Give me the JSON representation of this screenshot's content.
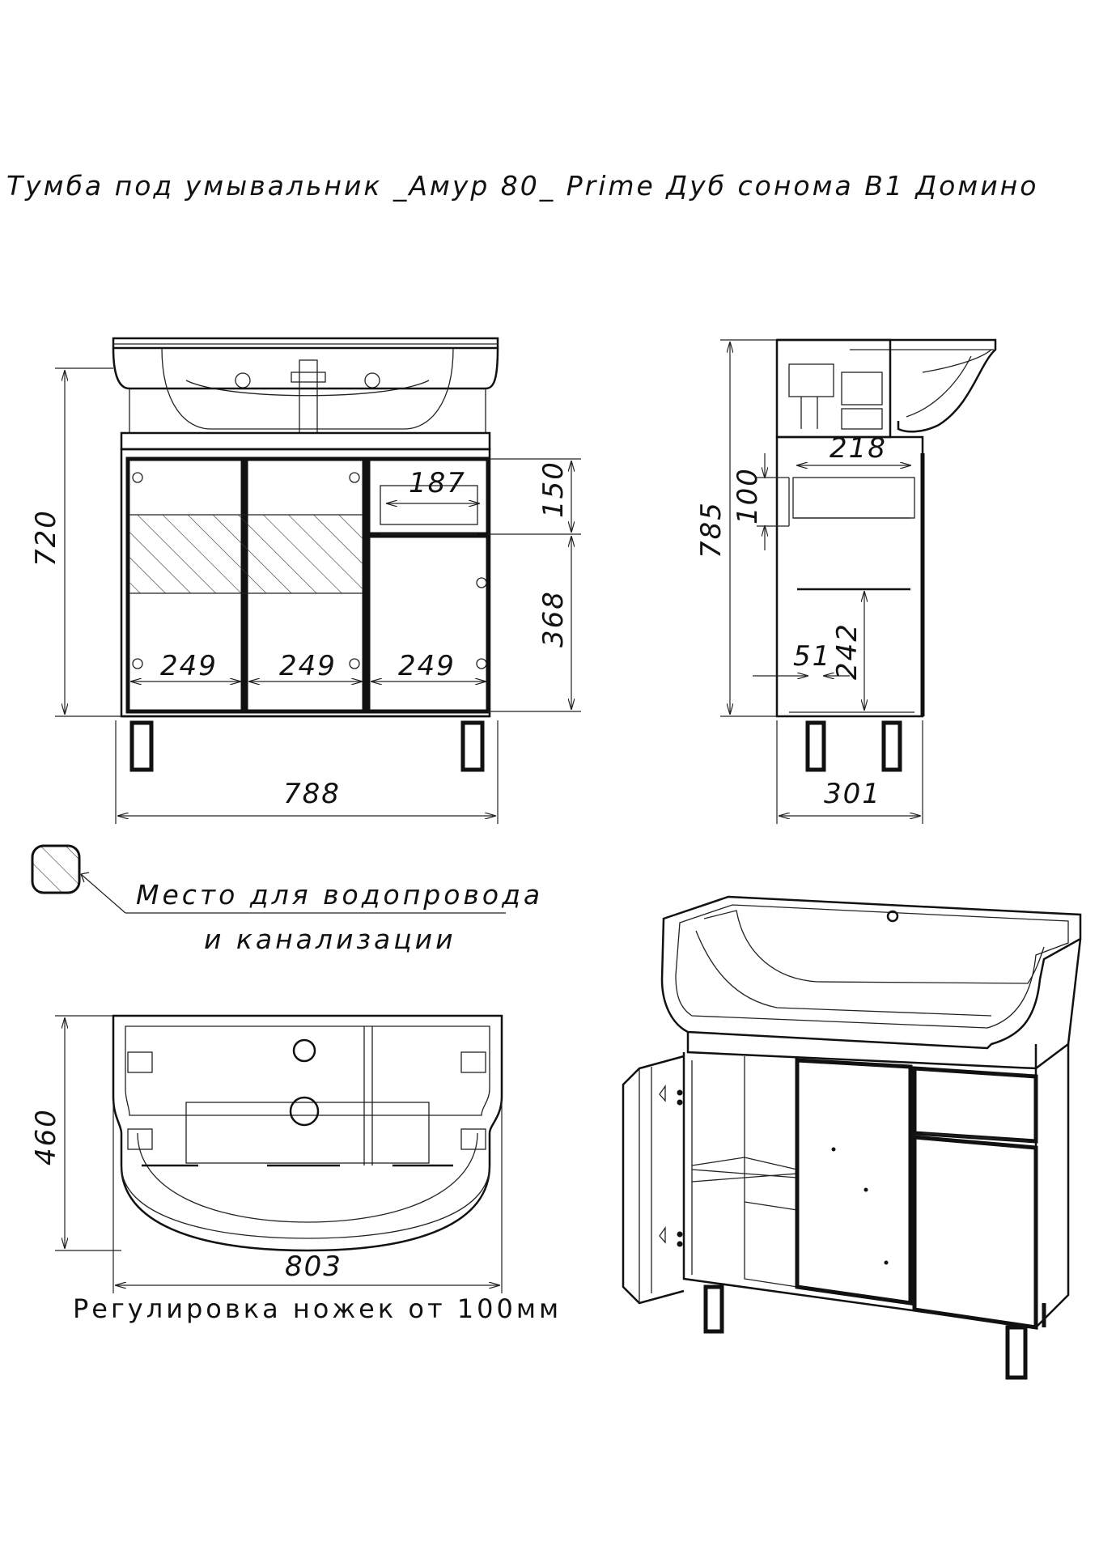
{
  "title": "Тумба под умывальник _Амур 80_ Prime Дуб сонома В1 Домино",
  "front_view": {
    "height_total": "720",
    "width_total": "788",
    "drawer_width": "187",
    "drawer_height": "150",
    "lower_door_height": "368",
    "section_widths": [
      "249",
      "249",
      "249"
    ]
  },
  "side_view": {
    "height_total": "785",
    "depth_total": "301",
    "drawer_depth": "218",
    "drawer_height": "100",
    "shelf_height": "242",
    "leg_offset": "51"
  },
  "legend": {
    "line1": "Место для водопровода",
    "line2": "и канализации"
  },
  "top_view": {
    "depth": "460",
    "width": "803"
  },
  "note": "Регулировка ножек от 100мм"
}
